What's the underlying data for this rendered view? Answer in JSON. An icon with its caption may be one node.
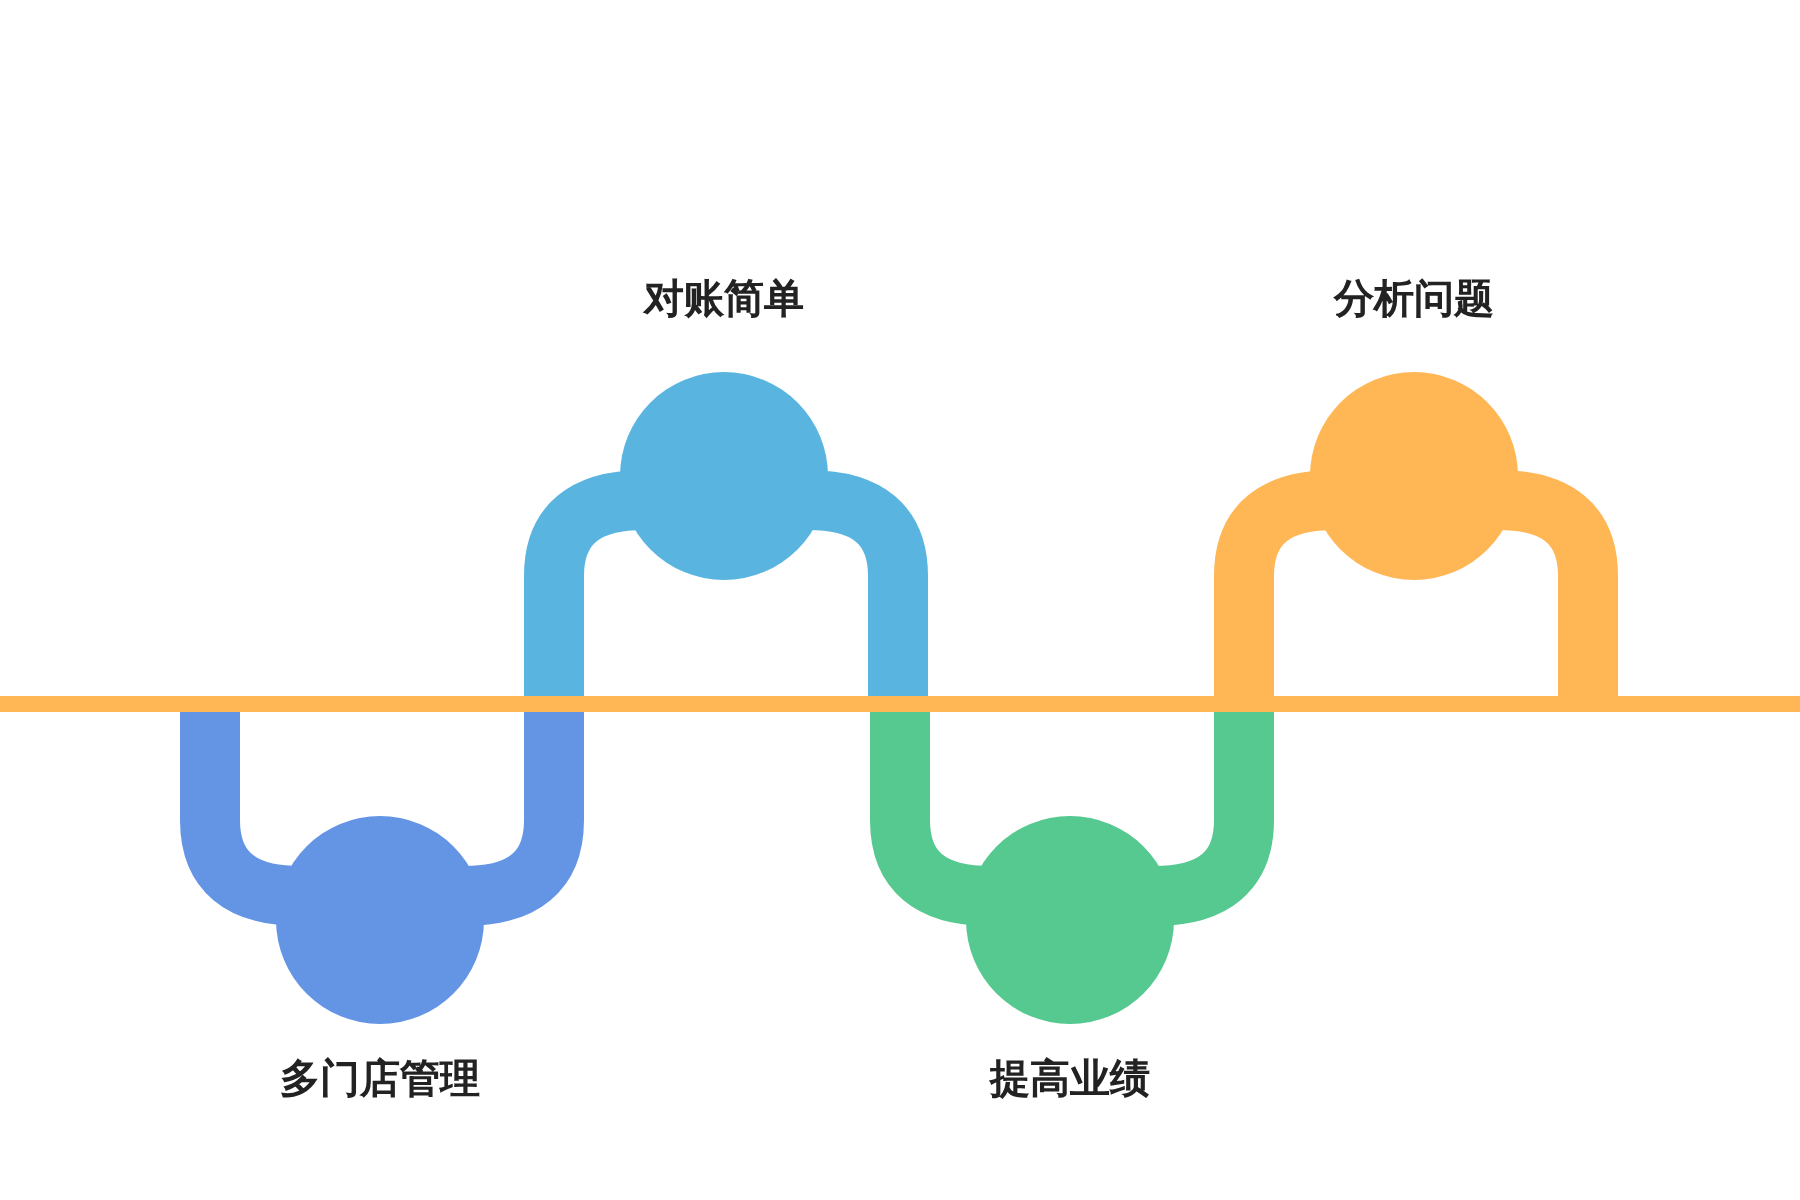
{
  "diagram": {
    "nodes": [
      {
        "text": [],
        "shape": "circle",
        "beside": [
          "多门店管理"
        ]
      },
      {
        "text": [],
        "shape": "circle",
        "beside": [
          "对账简单"
        ]
      },
      {
        "text": [],
        "shape": "circle",
        "beside": [
          "提高业绩"
        ]
      },
      {
        "text": [],
        "shape": "circle",
        "beside": [
          "分析问题"
        ]
      }
    ]
  }
}
